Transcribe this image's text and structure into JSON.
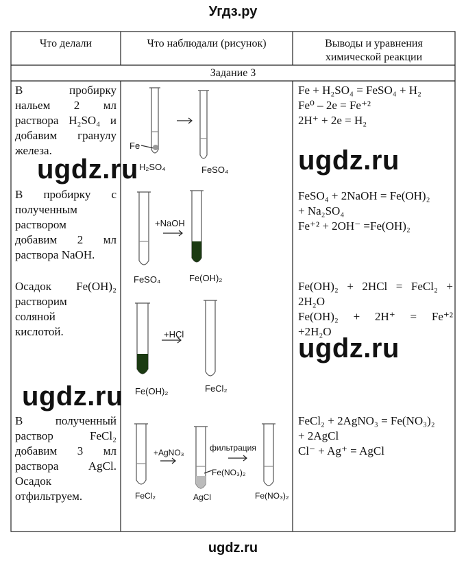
{
  "site": {
    "title": "Угдз.ру",
    "footer": "ugdz.ru"
  },
  "table": {
    "headers": [
      "Что делали",
      "Что наблюдали (рисунок)",
      "Выводы и уравнения",
      "химической реакции"
    ],
    "section": "Задание 3"
  },
  "watermark": "ugdz.ru",
  "rows": [
    {
      "action_lines": [
        "В пробирку",
        "нальем 2 мл",
        "раствора H₂SO₄ и",
        "добавим гранулу",
        "железа."
      ],
      "labels": {
        "fe": "Fe",
        "left": "H₂SO₄",
        "right": "FeSO₄"
      },
      "equations": [
        "Fe + H₂SO₄ = FeSO₄ + H₂",
        "Fe⁰ – 2e = Fe⁺²",
        "2H⁺ + 2e = H₂"
      ]
    },
    {
      "action_lines": [
        "В пробирку с",
        "полученным",
        "раствором",
        "добавим 2 мл",
        "раствора NaOH."
      ],
      "labels": {
        "reagent": "+NaOH",
        "left": "FeSO₄",
        "right": "Fe(OH)₂"
      },
      "equations": [
        "FeSO₄ + 2NaOH = Fe(OH)₂",
        "+ Na₂SO₄",
        "Fe⁺² + 2OH⁻ =Fe(OH)₂"
      ]
    },
    {
      "action_lines": [
        "Осадок Fe(OH)₂",
        "растворим",
        "соляной",
        "кислотой."
      ],
      "labels": {
        "reagent": "+HCl",
        "left": "Fe(OH)₂",
        "right": "FeCl₂"
      },
      "equations": [
        "Fe(OH)₂ + 2HCl = FeCl₂ +",
        "2H₂O",
        "Fe(OH)₂ + 2H⁺ = Fe⁺²",
        "+2H₂O"
      ]
    },
    {
      "action_lines": [
        "В полученный",
        "раствор FeCl₂",
        "добавим 3 мл",
        "раствора AgCl.",
        "Осадок",
        "отфильтруем."
      ],
      "labels": {
        "reagent": "+AgNO₃",
        "filtration": "фильтрация",
        "left": "FeCl₂",
        "middle": "AgCl",
        "middle_arrow": "Fe(NO₃)₂",
        "right": "Fe(NO₃)₂"
      },
      "equations": [
        "FeCl₂ + 2AgNO₃ = Fe(NO₃)₂",
        "+ 2AgCl",
        "Cl⁻ + Ag⁺ = AgCl"
      ]
    }
  ]
}
